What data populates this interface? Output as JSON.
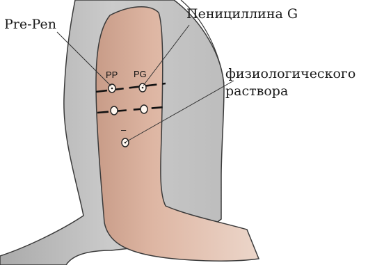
{
  "labels": {
    "pre_pen": "Pre-Pen",
    "penicillin_g": "Пенициллина G",
    "saline_line1": "физиологического",
    "saline_line2": "раствора"
  },
  "site_marks": {
    "pp": "PP",
    "pg": "PG",
    "control": "–"
  },
  "colors": {
    "skin": "#dcb3a0",
    "torso": "#c8c8c8",
    "outline": "#3a3a3a",
    "ink": "#111111"
  },
  "icons": [
    "arm-illustration",
    "injection-site-marker",
    "leader-line"
  ]
}
